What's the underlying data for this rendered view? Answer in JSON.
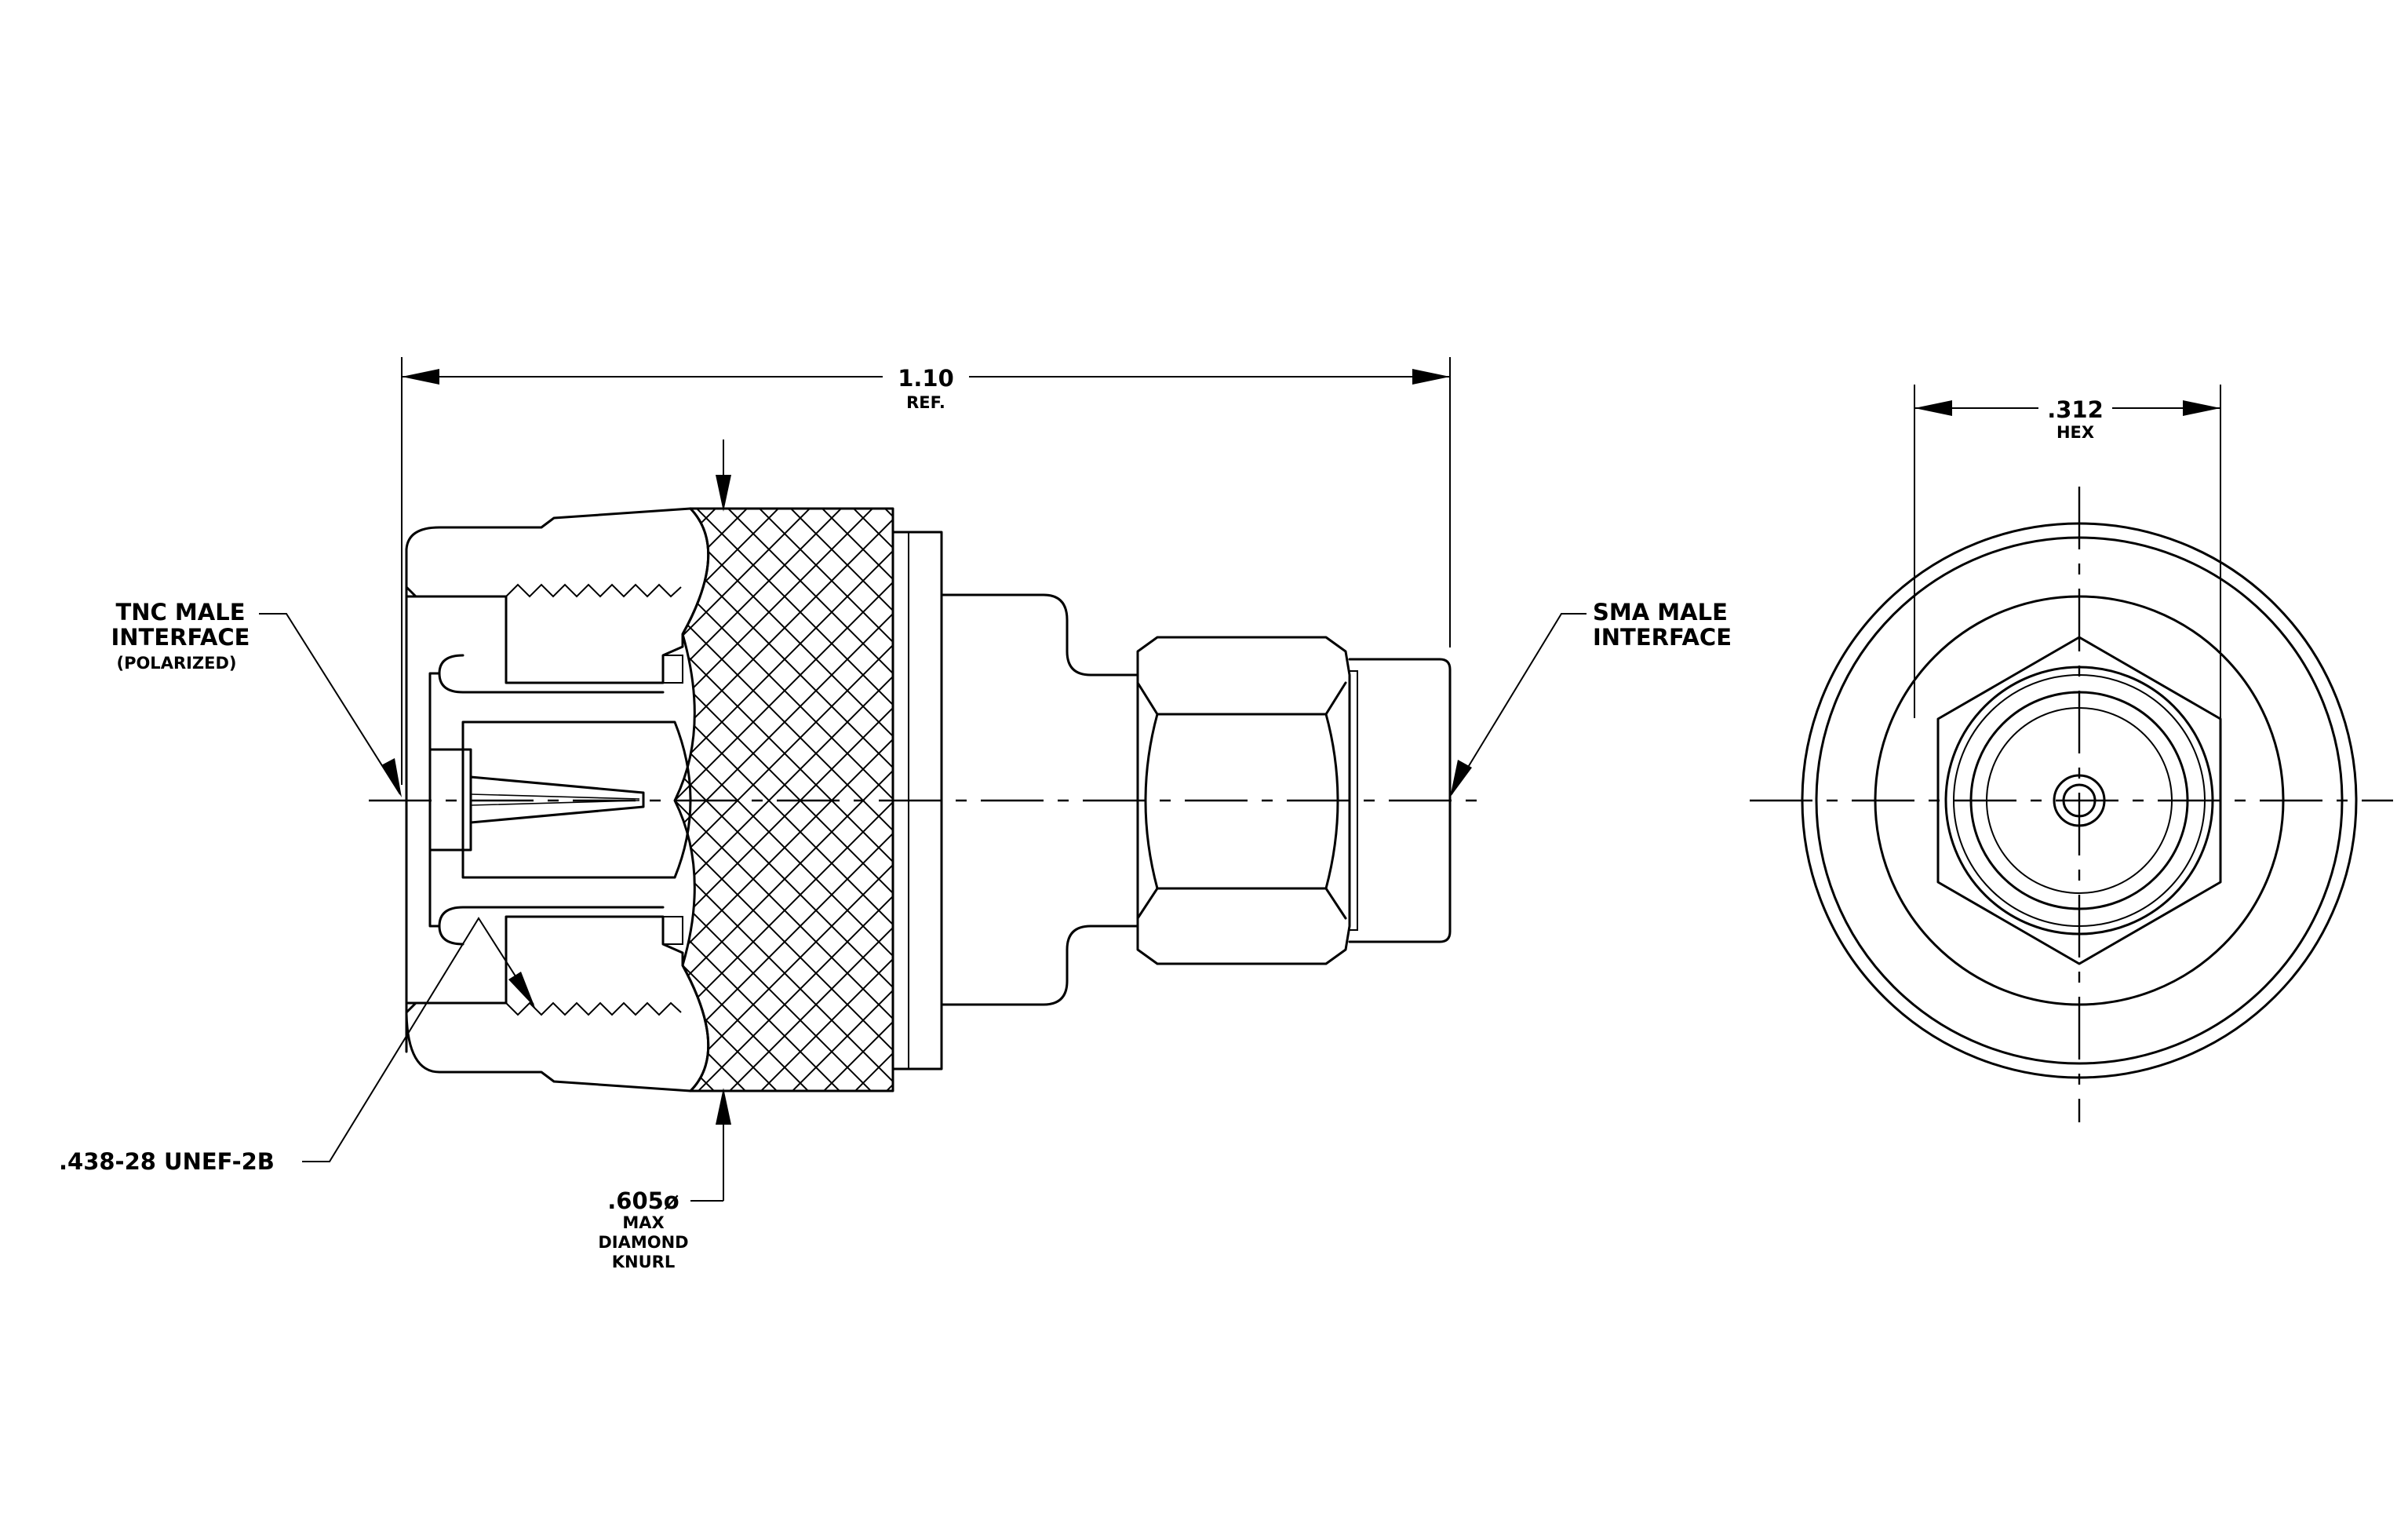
{
  "dimensions": {
    "overall_length": {
      "value": "1.10",
      "note": "REF."
    },
    "hex": {
      "value": ".312",
      "note": "HEX"
    }
  },
  "labels": {
    "tnc": {
      "line1": "TNC MALE",
      "line2": "INTERFACE",
      "line3": "(POLARIZED)"
    },
    "sma": {
      "line1": "SMA MALE",
      "line2": "INTERFACE"
    },
    "thread": ".438-28 UNEF-2B",
    "knurl": {
      "value": ".605ø",
      "line2": "MAX",
      "line3": "DIAMOND",
      "line4": "KNURL"
    }
  },
  "colors": {
    "line": "#000000",
    "background": "#ffffff"
  }
}
